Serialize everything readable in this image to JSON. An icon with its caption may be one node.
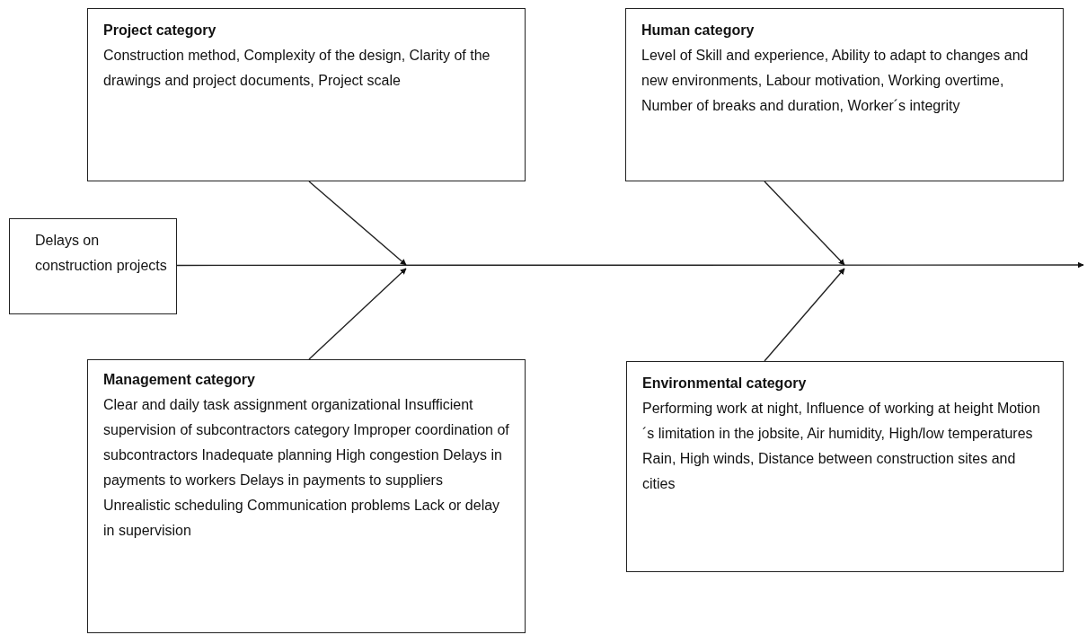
{
  "diagram": {
    "nodes": [
      {
        "text": [
          "Project category",
          "Construction method, Complexity of the design, Clarity of the drawings and project documents, Project scale"
        ]
      },
      {
        "text": [
          "Human category",
          "Level of Skill and experience, Ability to adapt to changes and new environments, Labour motivation, Working overtime, Number of breaks and duration, Worker´s integrity"
        ]
      },
      {
        "text": [
          "Delays on construction projects"
        ]
      },
      {
        "text": [
          "Management category",
          "Clear and daily task assignment organizational Insufficient supervision of subcontractors category Improper coordination of subcontractors Inadequate planning High congestion Delays in payments to workers Delays in payments to suppliers Unrealistic scheduling Communication problems Lack or delay in supervision"
        ]
      },
      {
        "text": [
          "Environmental category",
          "Performing work at night, Influence of working at height Motion´s limitation in the jobsite, Air humidity, High/low temperatures Rain, High winds, Distance between construction sites and cities"
        ]
      }
    ],
    "edges": [
      {
        "from": 2,
        "to": null,
        "arrow": "to"
      },
      {
        "from": 0,
        "to": null,
        "arrow": "to"
      },
      {
        "from": 3,
        "to": null,
        "arrow": "to"
      },
      {
        "from": 1,
        "to": null,
        "arrow": "to"
      },
      {
        "from": 4,
        "to": null,
        "arrow": "to"
      }
    ]
  }
}
